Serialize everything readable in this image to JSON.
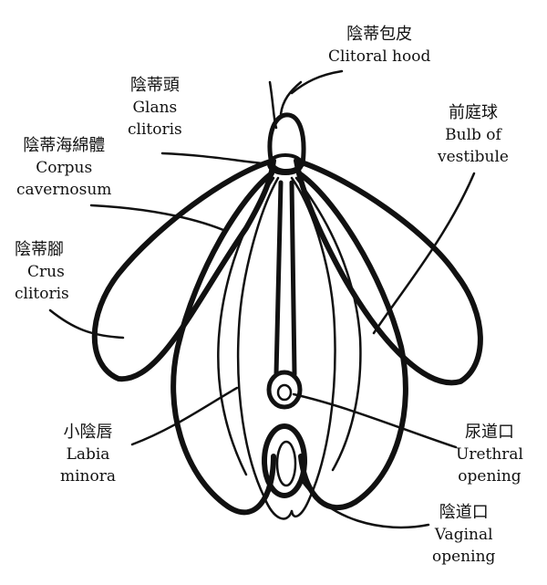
{
  "labels": {
    "clitoral_hood": {
      "zh": "陰蒂包皮",
      "en": [
        "Clitoral hood"
      ]
    },
    "glans_clitoris": {
      "zh": "陰蒂頭",
      "en": [
        "Glans",
        "clitoris"
      ]
    },
    "bulb_of_vestibule": {
      "zh": "前庭球",
      "en": [
        "Bulb of",
        "vestibule"
      ]
    },
    "corpus_cavernosum": {
      "zh": "陰蒂海綿體",
      "en": [
        "Corpus",
        "cavernosum"
      ]
    },
    "crus_clitoris": {
      "zh": "陰蒂腳",
      "en": [
        "Crus",
        "clitoris"
      ]
    },
    "labia_minora": {
      "zh": "小陰唇",
      "en": [
        "Labia",
        "minora"
      ]
    },
    "urethral_opening": {
      "zh": "尿道口",
      "en": [
        "Urethral",
        "opening"
      ]
    },
    "vaginal_opening": {
      "zh": "陰道口",
      "en": [
        "Vaginal",
        "opening"
      ]
    }
  },
  "colors": {
    "ink": "#111111",
    "background": "#ffffff"
  }
}
